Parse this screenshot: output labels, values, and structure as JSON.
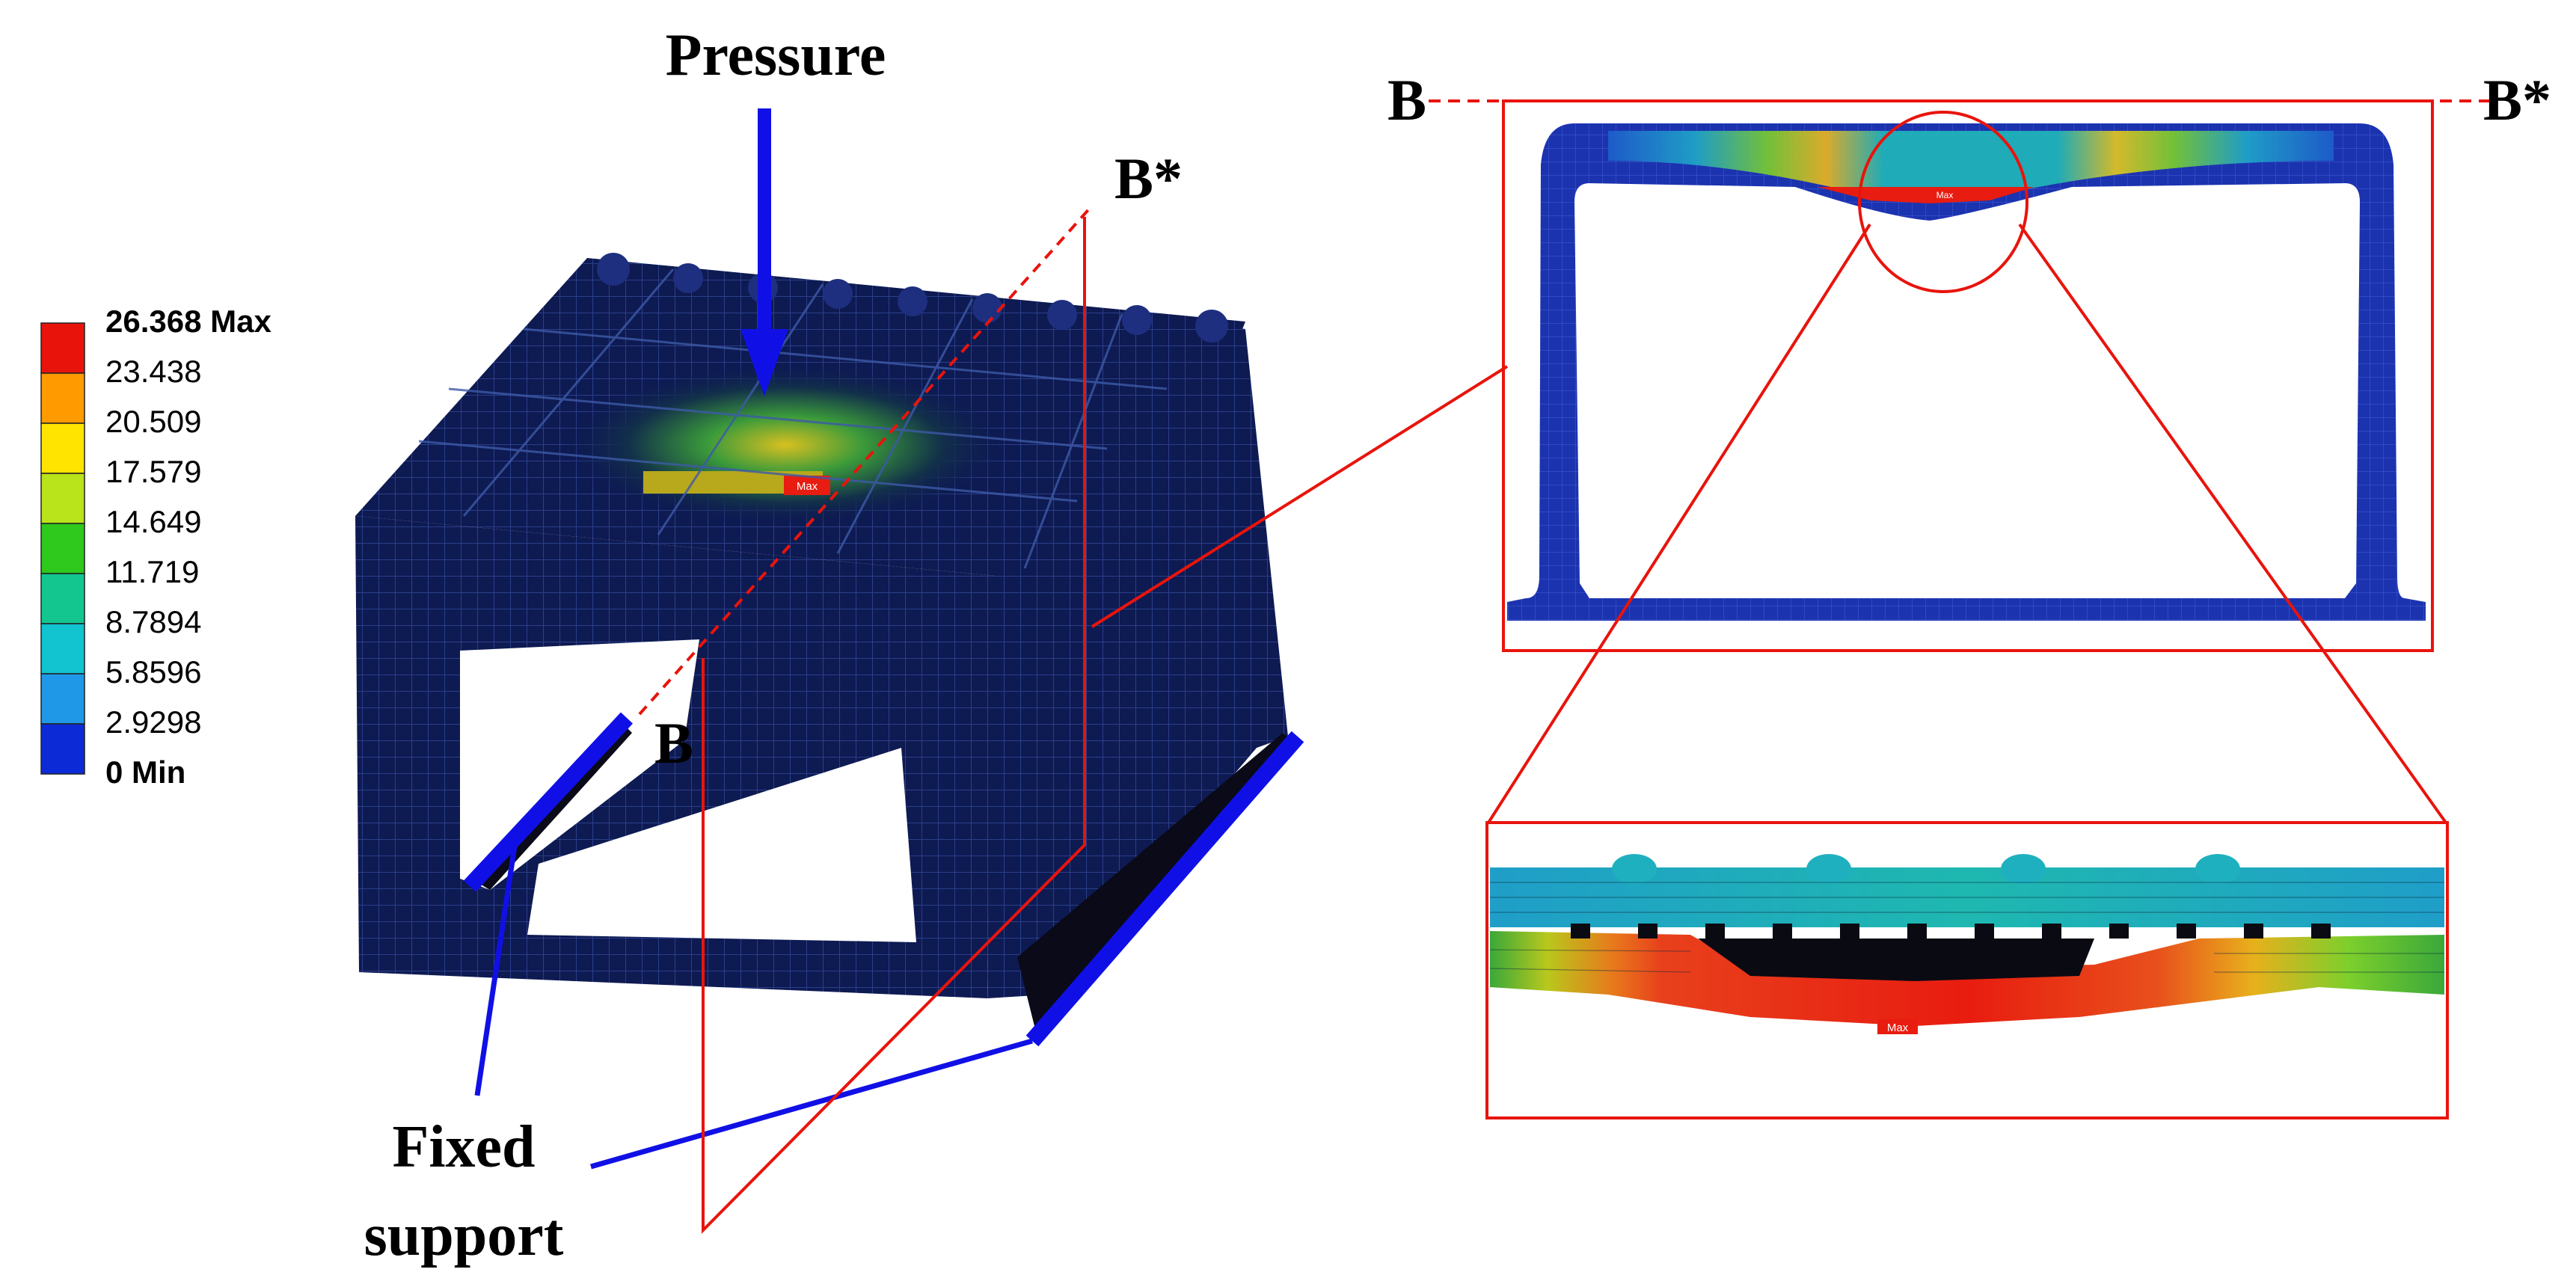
{
  "labels": {
    "pressure": "Pressure",
    "b": "B",
    "b_star": "B*",
    "fixed_line1": "Fixed",
    "fixed_line2": "support",
    "max_tag": "Max"
  },
  "legend": {
    "entries": [
      "26.368 Max",
      "23.438",
      "20.509",
      "17.579",
      "14.649",
      "11.719",
      "8.7894",
      "5.8596",
      "2.9298",
      "0 Min"
    ],
    "colors": [
      "#e8140c",
      "#ff9a00",
      "#ffe400",
      "#b9e31a",
      "#2fc81c",
      "#13c690",
      "#12c3d0",
      "#1f98e8",
      "#0c2bd6"
    ]
  },
  "colors": {
    "callout": "#e8140c",
    "support": "#1010e6",
    "pressure_arrow": "#1010e6",
    "mesh_dark": "#0d1a55",
    "mesh_blue": "#1a35b4",
    "stress_green": "#3cb03c",
    "stress_cyan": "#1fb8b8",
    "stress_yellow": "#e6d016",
    "stress_orange": "#e8781c",
    "stress_red": "#e81c10"
  }
}
